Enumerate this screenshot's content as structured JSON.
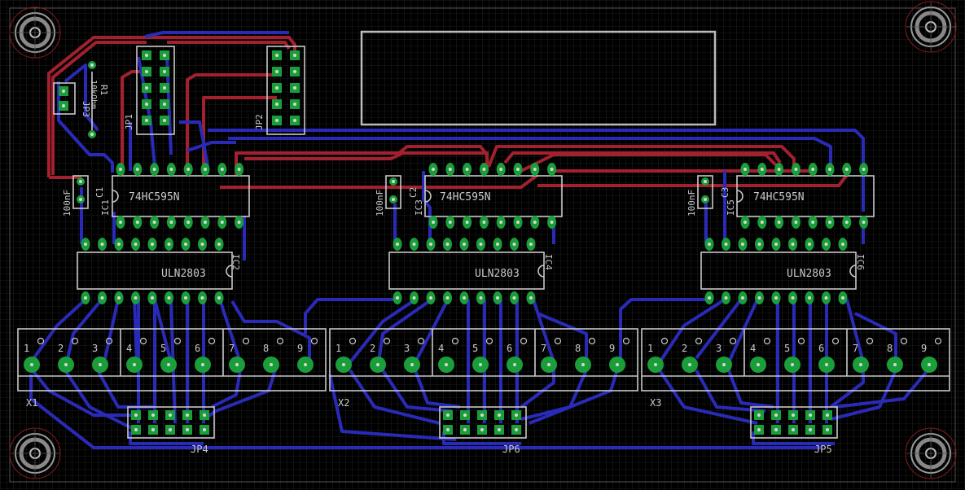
{
  "colors": {
    "background": "#000000",
    "grid": "#3a3a3a",
    "bottom_trace": "#2a2ab8",
    "top_trace": "#a3212e",
    "pad": "#1a9e3a",
    "pad_hole": "#d6d6d6",
    "silkscreen": "#c8c8c8",
    "mounting_hole_ring": "#8a1a1a"
  },
  "labels": {
    "jp1": "JP1",
    "jp2": "JP2",
    "jp3": "JP3",
    "r1": "R1",
    "r1_value": "10kOhm",
    "ic1": "IC1",
    "ic3": "IC3",
    "ic5": "IC5",
    "c1": "C1",
    "c2": "C2",
    "c3": "C3",
    "cap_value": "100nF",
    "shift_register": "74HC595N",
    "ic2": "IC2",
    "ic4": "IC4",
    "ic6": "IC6",
    "driver": "ULN2803",
    "x1": "X1",
    "x2": "X2",
    "x3": "X3",
    "jp4": "JP4",
    "jp6": "JP6",
    "jp5": "JP5",
    "terminal_numbers": [
      "1",
      "2",
      "3",
      "4",
      "5",
      "6",
      "7",
      "8",
      "9"
    ]
  }
}
